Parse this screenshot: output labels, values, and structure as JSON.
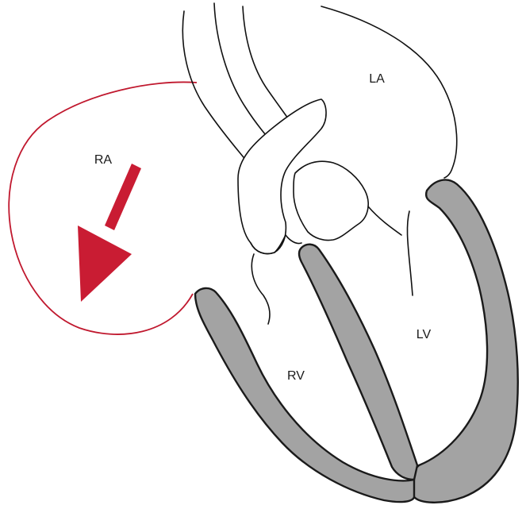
{
  "labels": {
    "la": "LA",
    "ra": "RA",
    "lv": "LV",
    "rv": "RV"
  },
  "colors": {
    "right_atrium_outline": "#c0182e",
    "arrow": "#c91c33",
    "myocardium": "#a3a3a3",
    "outline": "#111111",
    "background": "#ffffff"
  },
  "icons": {
    "flow_arrow": "arrow-down-left-icon"
  }
}
